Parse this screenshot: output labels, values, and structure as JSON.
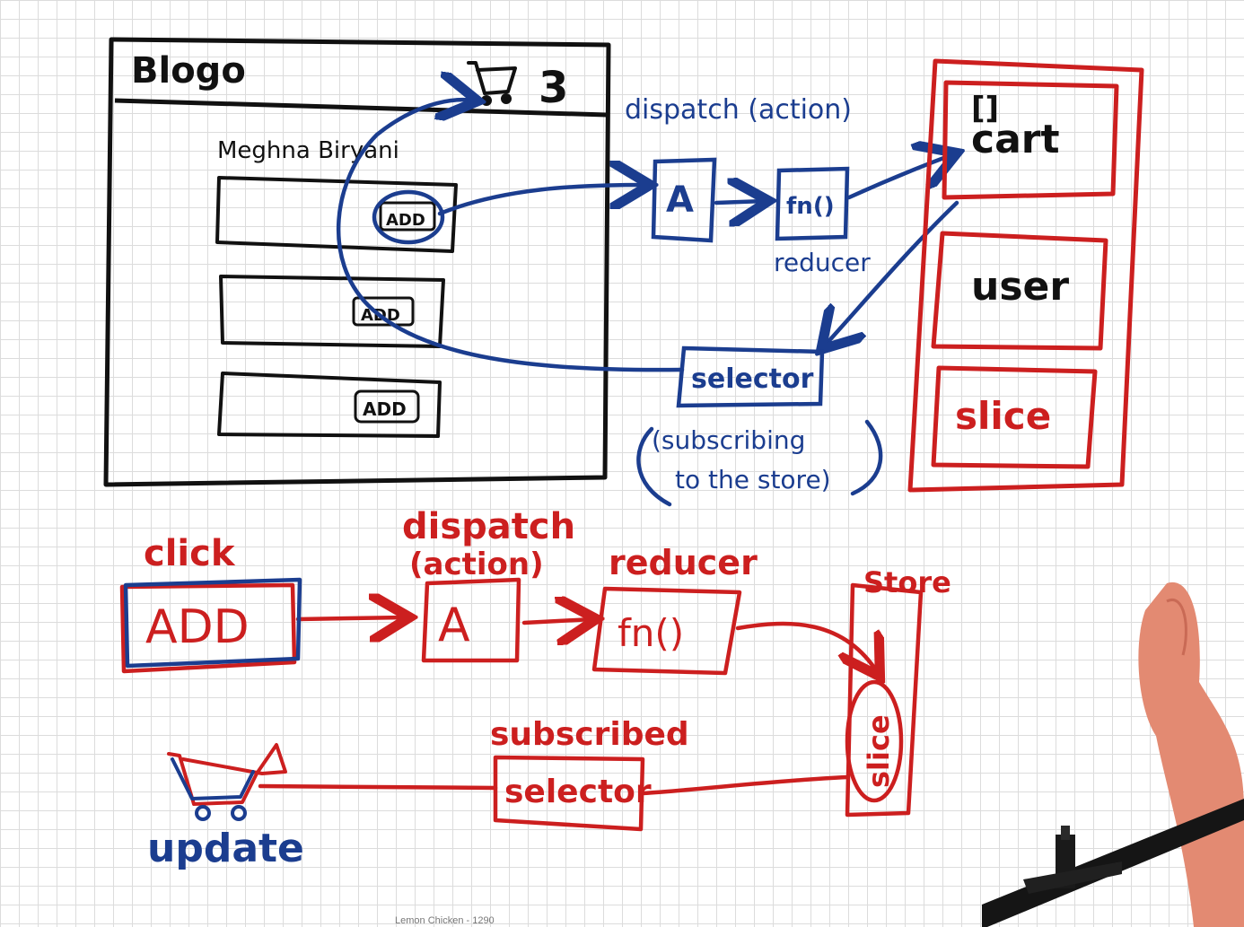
{
  "mockup": {
    "logo": "Blogo",
    "cart_count": "3",
    "restaurant_name": "Meghna Biryani",
    "add_labels": [
      "ADD",
      "ADD",
      "ADD"
    ]
  },
  "top_flow": {
    "dispatch_label": "dispatch (action)",
    "action_box": "A",
    "reducer_box": "fn()",
    "reducer_label": "reducer",
    "selector_box": "selector",
    "selector_note_line1": "(subscribing",
    "selector_note_line2": "to the store)"
  },
  "store_panel": {
    "cart_icon": "[]",
    "slices": [
      "cart",
      "user",
      "slice"
    ]
  },
  "bottom_flow": {
    "click_label": "click",
    "add_box": "ADD",
    "dispatch_label_line1": "dispatch",
    "dispatch_label_line2": "(action)",
    "action_box": "A",
    "reducer_label": "reducer",
    "reducer_box": "fn()",
    "store_label": "Store",
    "slice_label": "slice",
    "subscribed_label": "subscribed",
    "selector_box": "selector",
    "update_label": "update"
  },
  "colors": {
    "blue": "#1b3d8f",
    "red": "#cc1f1f",
    "black": "#111111"
  },
  "caption": "Lemon Chicken - 1290"
}
